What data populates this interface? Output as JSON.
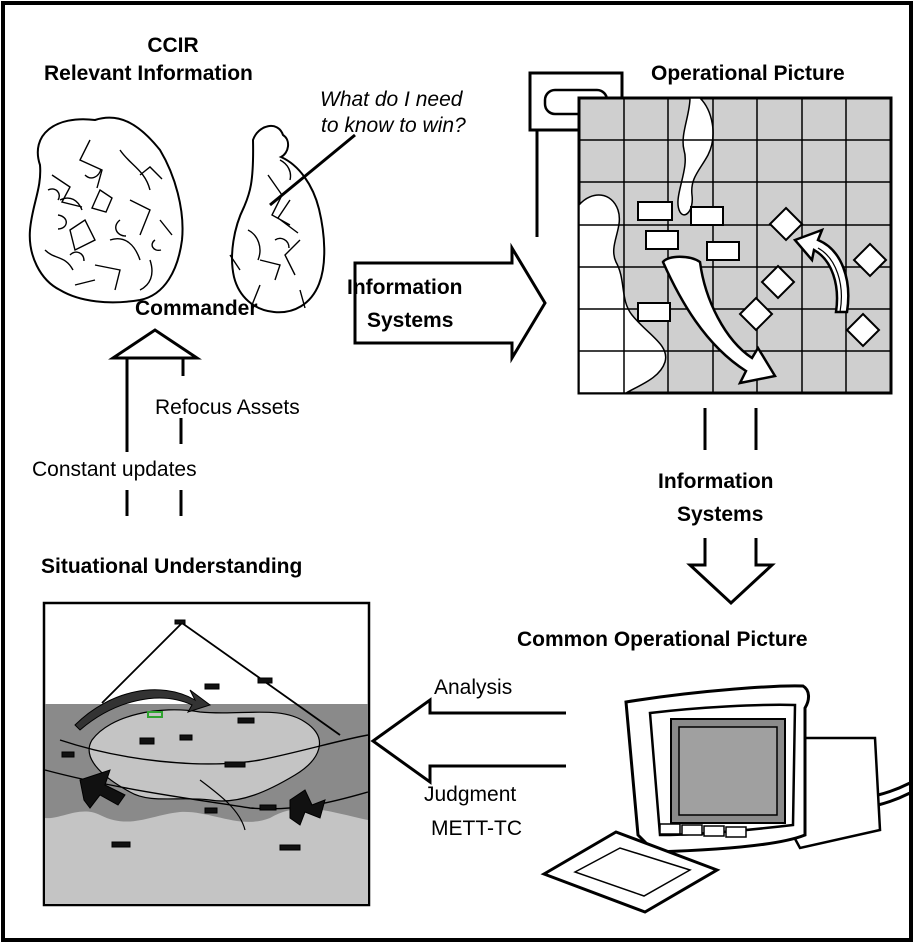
{
  "diagram": {
    "ccir_title": "CCIR",
    "ccir_subtitle": "Relevant Information",
    "question_line1": "What do I need",
    "question_line2": "to know to win?",
    "commander": "Commander",
    "operational_picture": "Operational Picture",
    "info_systems_top_line1": "Information",
    "info_systems_top_line2": "Systems",
    "info_systems_right_line1": "Information",
    "info_systems_right_line2": "Systems",
    "refocus_assets": "Refocus Assets",
    "constant_updates": "Constant updates",
    "situational_understanding": "Situational Understanding",
    "common_operational_picture": "Common Operational Picture",
    "analysis": "Analysis",
    "judgment": "Judgment",
    "mett_tc": "METT-TC"
  },
  "colors": {
    "map_gray": "#cfcfcf",
    "terrain_dark": "#8a8a8a",
    "terrain_light": "#c4c4c4",
    "line": "#000000",
    "background": "#ffffff"
  }
}
